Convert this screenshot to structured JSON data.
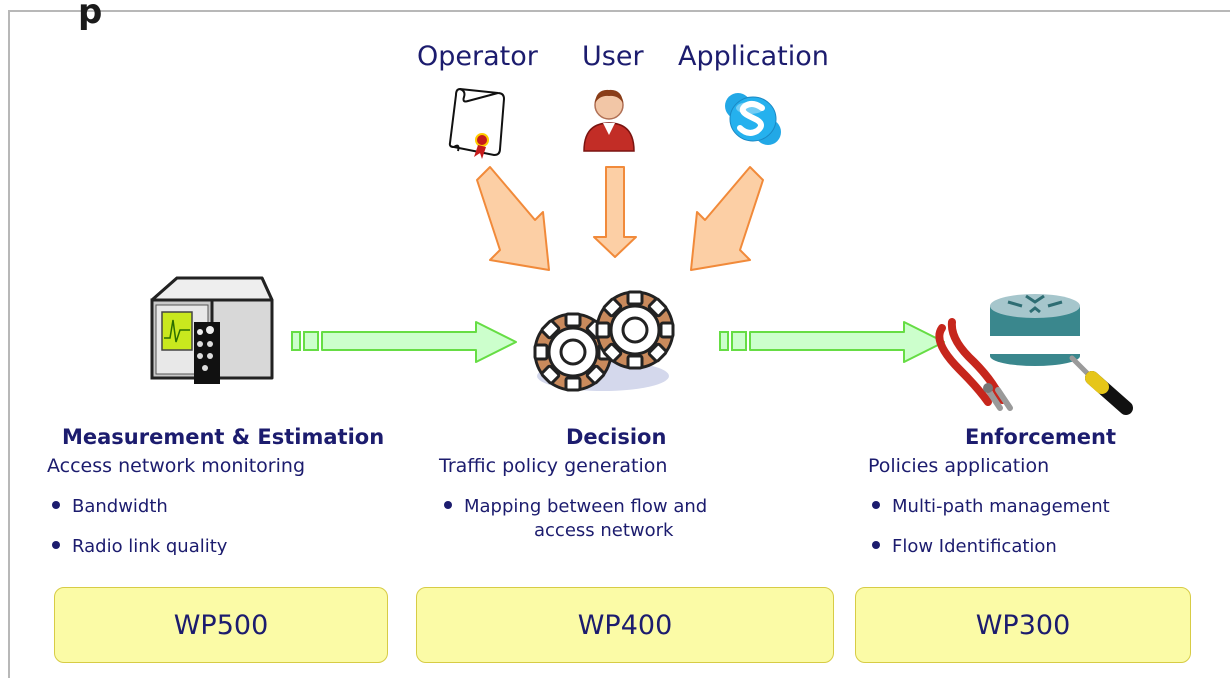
{
  "slide": {
    "title_fragment": "p"
  },
  "actors": {
    "operator": "Operator",
    "user": "User",
    "application": "Application"
  },
  "sections": {
    "measurement": {
      "title": "Measurement & Estimation",
      "subtitle": "Access network monitoring",
      "bullets": [
        "Bandwidth",
        "Radio link quality"
      ]
    },
    "decision": {
      "title": "Decision",
      "subtitle": "Traffic policy generation",
      "bullets": [
        "Mapping between flow and",
        "access network"
      ]
    },
    "enforcement": {
      "title": "Enforcement",
      "subtitle": "Policies application",
      "bullets": [
        "Multi-path management",
        "Flow Identification"
      ]
    }
  },
  "work_packages": [
    "WP500",
    "WP400",
    "WP300"
  ],
  "icons": {
    "operator": "certificate-icon",
    "user": "user-icon",
    "application": "skype-icon",
    "measurement": "measurement-device-icon",
    "decision": "gears-icon",
    "enforcement": "router-tools-icon"
  },
  "colors": {
    "text": "#1c1c6e",
    "orange_arrow_fill": "#fccfa5",
    "orange_arrow_stroke": "#f18a3a",
    "green_arrow_fill": "#ccffcc",
    "green_arrow_stroke": "#66dd44",
    "wp_box_fill": "#fbfba6",
    "wp_box_border": "#d7cc45"
  }
}
